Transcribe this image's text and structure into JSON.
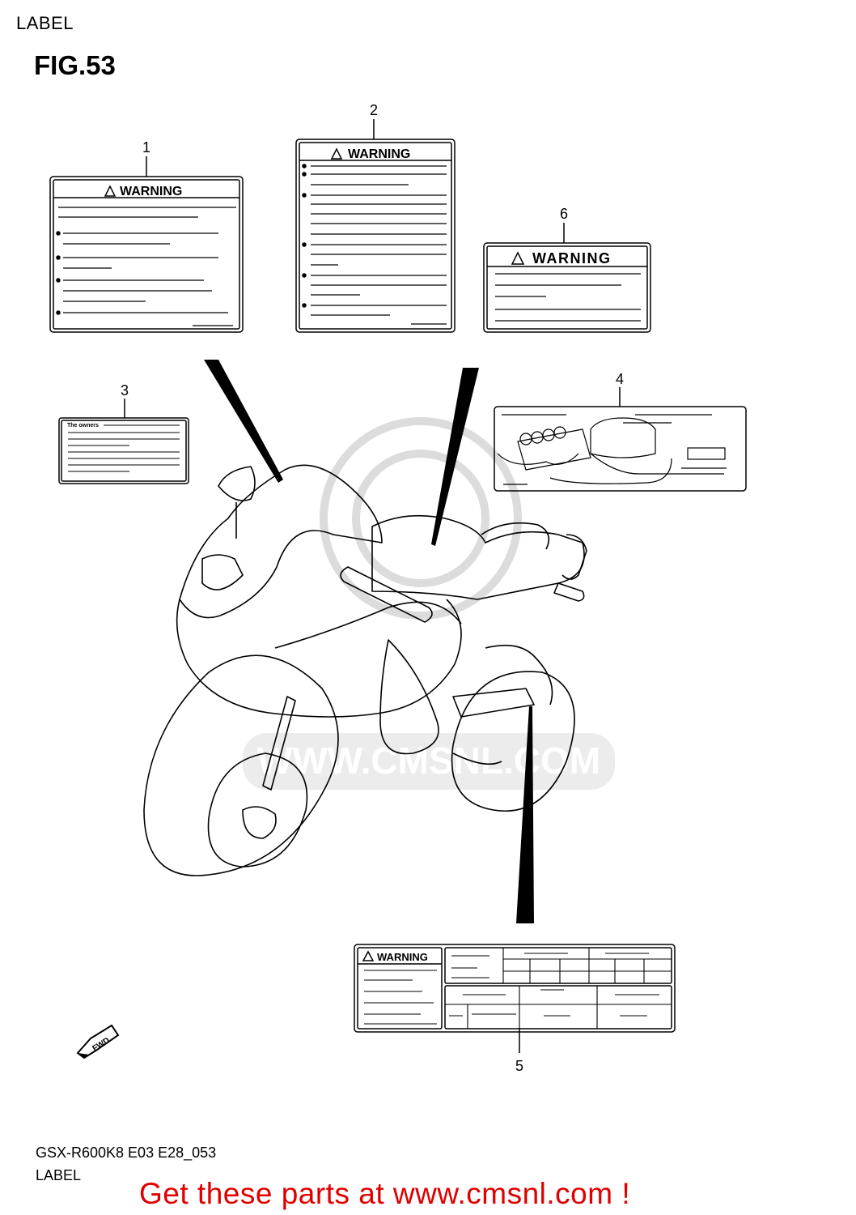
{
  "header": {
    "section_label": "LABEL",
    "figure_title": "FIG.53"
  },
  "labels": [
    {
      "number": "1",
      "heading": "WARNING"
    },
    {
      "number": "2",
      "heading": "WARNING"
    },
    {
      "number": "3",
      "heading": "The owners"
    },
    {
      "number": "4",
      "heading": ""
    },
    {
      "number": "5",
      "heading": "WARNING"
    },
    {
      "number": "6",
      "heading": "WARNING"
    }
  ],
  "fwd_arrow_text": "FWD",
  "watermark_text": "WWW.CMSNL.COM",
  "footer": {
    "model_code": "GSX-R600K8 E03 E28_053",
    "label": "LABEL",
    "promo": "Get these parts at www.cmsnl.com !"
  },
  "colors": {
    "line": "#000000",
    "promo": "#e00000",
    "watermark": "#d9d9d9"
  }
}
